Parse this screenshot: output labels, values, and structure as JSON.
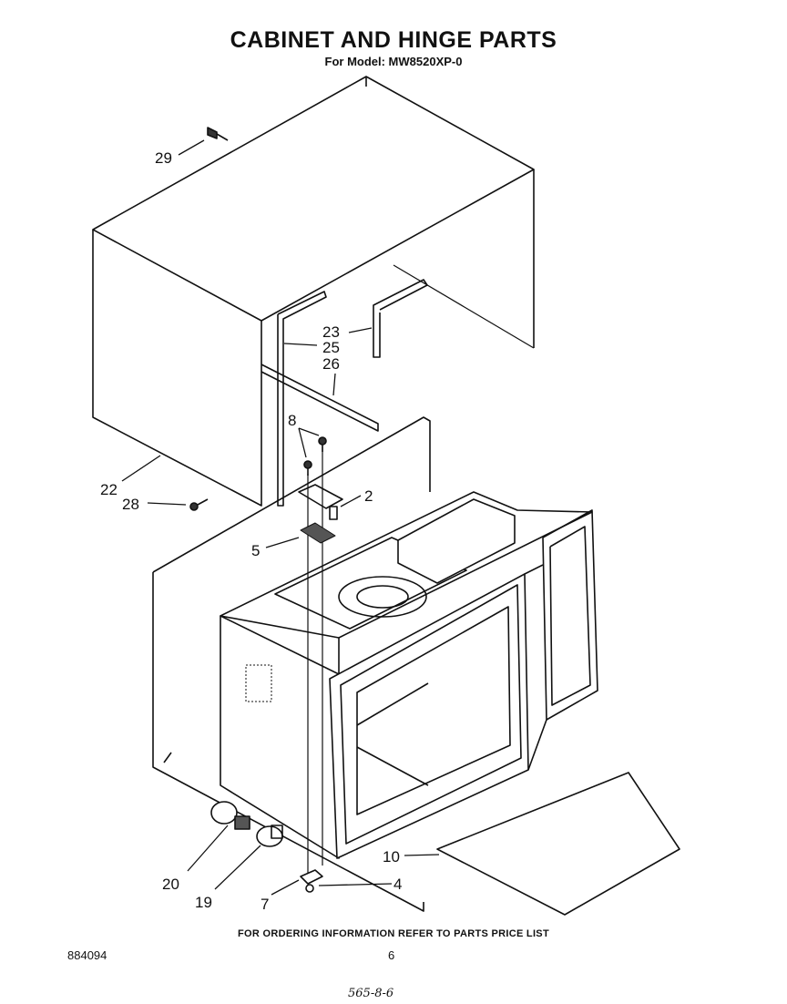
{
  "header": {
    "title": "CABINET AND HINGE PARTS",
    "subtitle": "For Model: MW8520XP-0"
  },
  "callouts": [
    "29",
    "23",
    "25",
    "26",
    "8",
    "2",
    "22",
    "28",
    "5",
    "10",
    "4",
    "20",
    "19",
    "7"
  ],
  "footer": {
    "ordering_note": "FOR ORDERING INFORMATION REFER TO PARTS PRICE LIST",
    "document_number": "884094",
    "page_number": "6",
    "handwritten_note": "565-8-6"
  }
}
